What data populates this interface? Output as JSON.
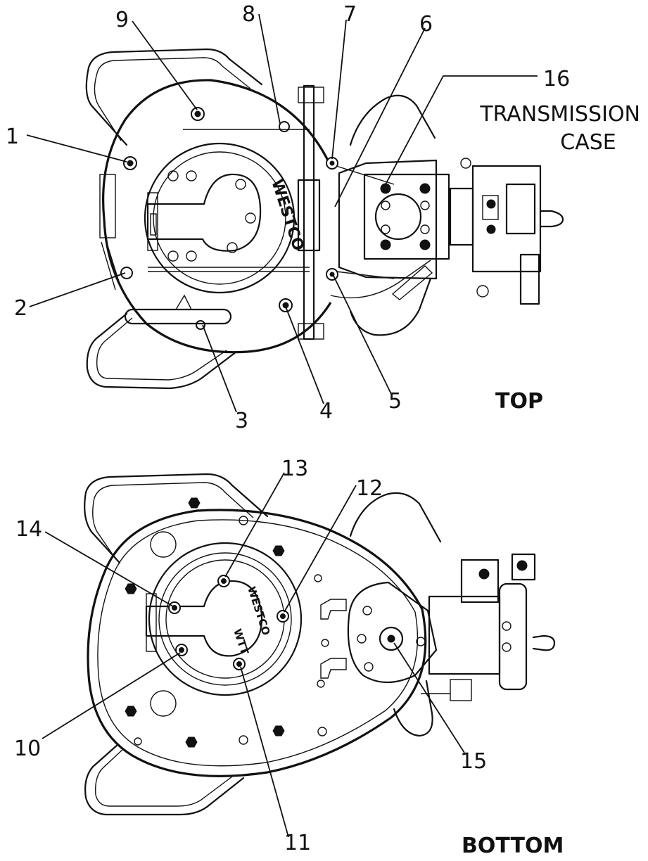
{
  "views": {
    "top": {
      "label": "TOP",
      "brand": "WESTCO",
      "note": {
        "number": "16",
        "line1": "TRANSMISSION",
        "line2": "CASE"
      },
      "callouts": [
        "1",
        "2",
        "3",
        "4",
        "5",
        "6",
        "7",
        "8",
        "9"
      ]
    },
    "bottom": {
      "label": "BOTTOM",
      "brand_line1": "WESTCO",
      "brand_line2": "WTT",
      "callouts": [
        "10",
        "11",
        "12",
        "13",
        "14",
        "15"
      ]
    }
  }
}
